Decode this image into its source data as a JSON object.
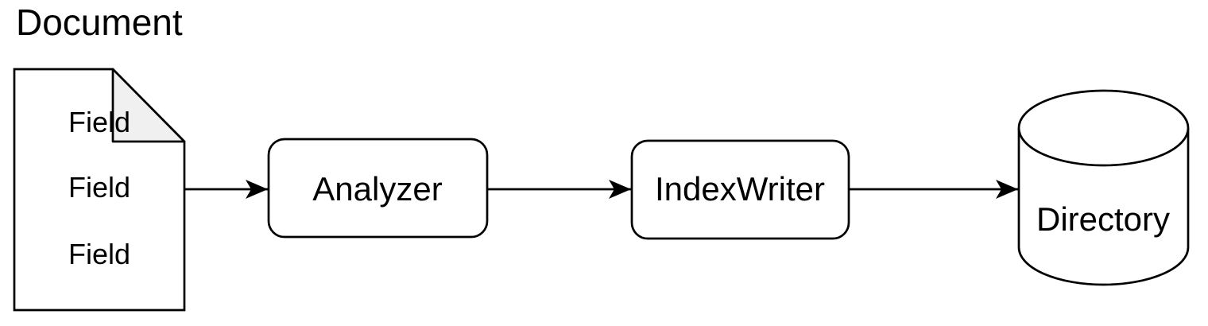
{
  "diagram": {
    "title": "Document",
    "document": {
      "fields": [
        {
          "label": "Field"
        },
        {
          "label": "Field"
        },
        {
          "label": "Field"
        }
      ]
    },
    "nodes": {
      "analyzer": {
        "label": "Analyzer",
        "shape": "rounded-rectangle"
      },
      "index_writer": {
        "label": "IndexWriter",
        "shape": "rounded-rectangle"
      },
      "directory": {
        "label": "Directory",
        "shape": "database-cylinder"
      }
    },
    "connections": [
      {
        "from": "Document",
        "to": "Analyzer"
      },
      {
        "from": "Analyzer",
        "to": "IndexWriter"
      },
      {
        "from": "IndexWriter",
        "to": "Directory"
      }
    ],
    "colors": {
      "stroke": "#000000",
      "shape_fill": "#ffffff",
      "fold_fill": "#f0f0f0",
      "text": "#000000",
      "background": "#ffffff"
    }
  }
}
